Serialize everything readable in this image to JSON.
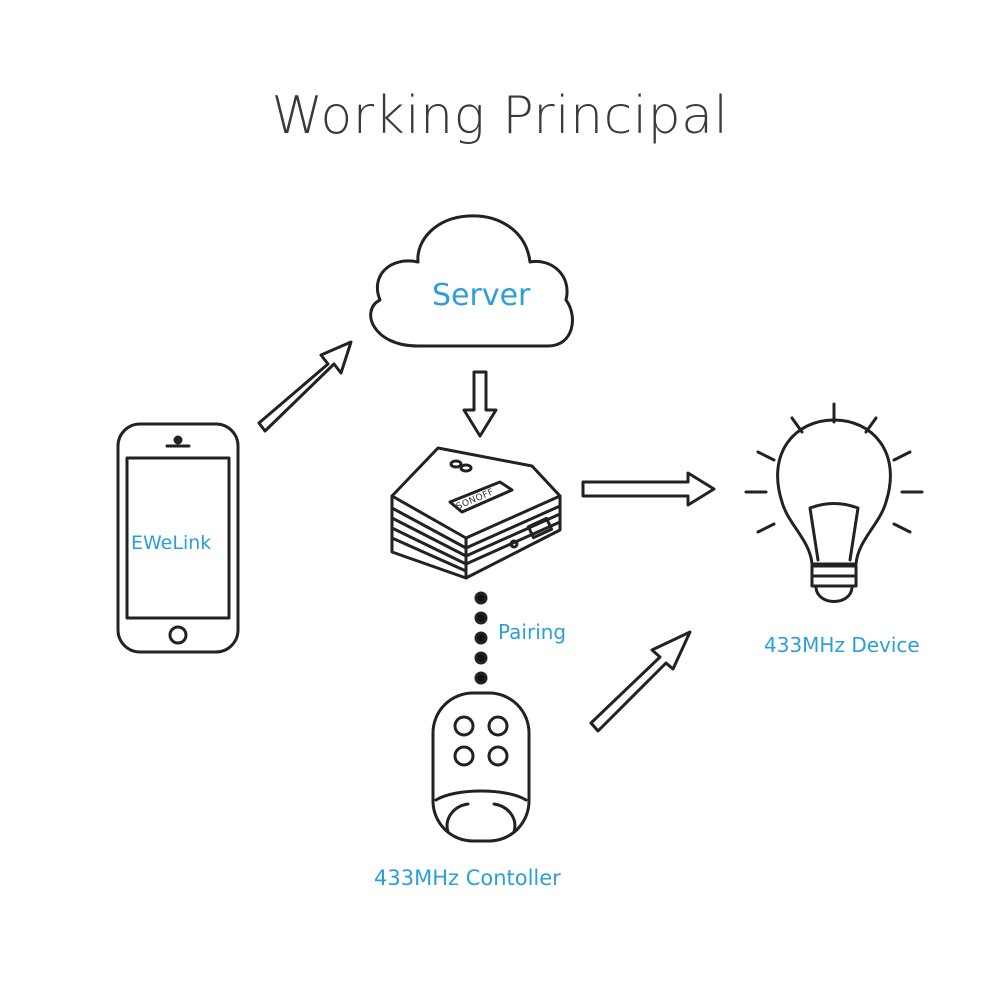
{
  "title": "Working Principal",
  "labels": {
    "server": "Server",
    "app": "EWeLink",
    "pairing": "Pairing",
    "device": "433MHz Device",
    "controller": "433MHz Contoller",
    "hub_brand": "SONOFF"
  },
  "colors": {
    "accent": "#2c9fd9",
    "line": "#222222",
    "title": "#3a3a3a"
  },
  "icons": [
    "cloud-icon",
    "smartphone-icon",
    "rf-bridge-icon",
    "lightbulb-icon",
    "remote-control-icon",
    "arrow-icon"
  ]
}
